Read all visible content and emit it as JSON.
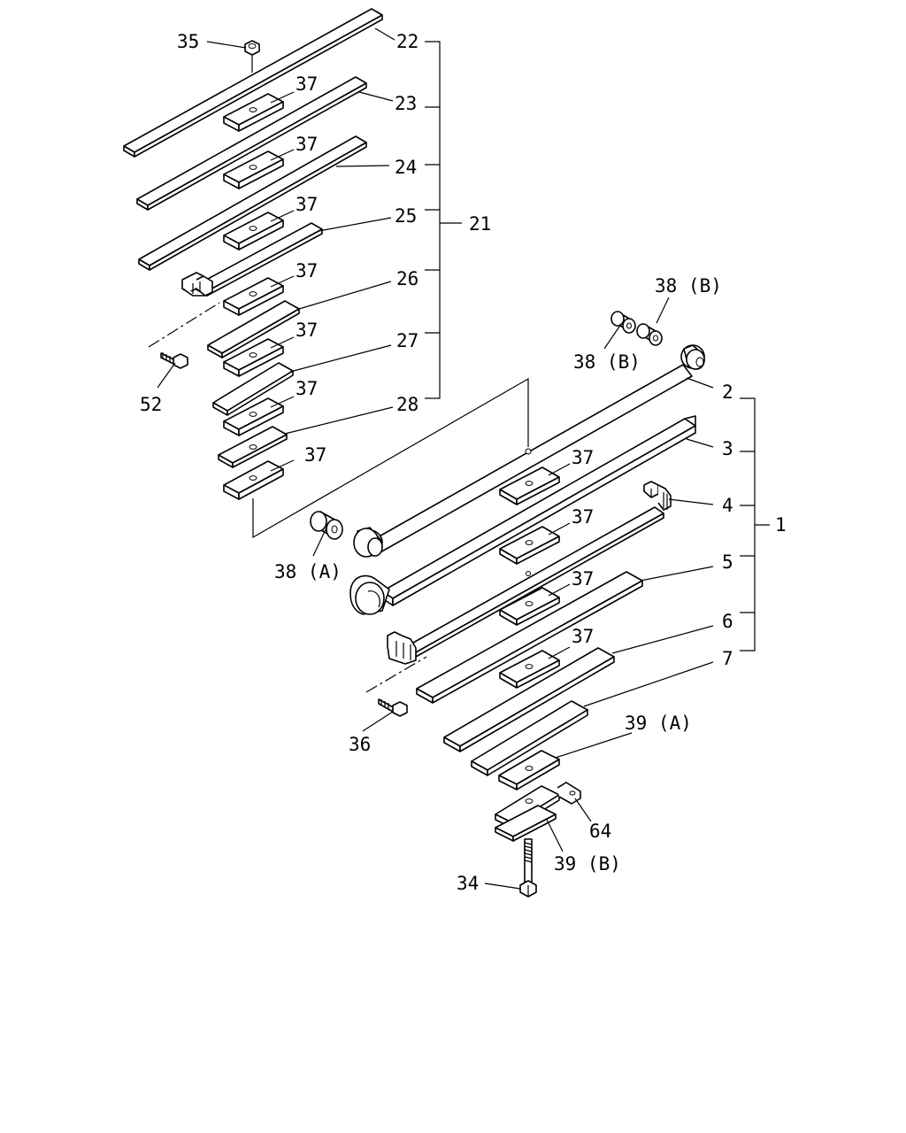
{
  "labels": {
    "p35": "35",
    "p22": "22",
    "p23": "23",
    "p24": "24",
    "p25": "25",
    "p26": "26",
    "p27": "27",
    "p28": "28",
    "p21": "21",
    "p52": "52",
    "p37": "37",
    "p38b": "38 (B)",
    "p38a": "38 (A)",
    "p2": "2",
    "p3": "3",
    "p4": "4",
    "p5": "5",
    "p6": "6",
    "p7": "7",
    "p1": "1",
    "p36": "36",
    "p39a": "39 (A)",
    "p39b": "39 (B)",
    "p64": "64",
    "p34": "34"
  }
}
